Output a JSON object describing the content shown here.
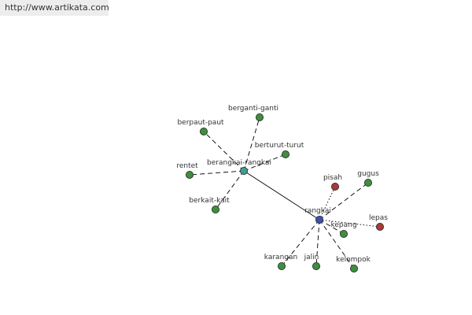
{
  "source_url": "http://www.artikata.com",
  "colors": {
    "center_blue": "#3a52a8",
    "center_teal": "#3a9e96",
    "synonym_green": "#3e8e3e",
    "antonym_red": "#a83a3a"
  },
  "nodes": [
    {
      "id": "rangkai",
      "label": "rangkai",
      "kind": "center_blue"
    },
    {
      "id": "berangkai-rangkai",
      "label": "berangkai-rangkai",
      "kind": "center_teal"
    },
    {
      "id": "berganti-ganti",
      "label": "berganti-ganti",
      "kind": "synonym_green"
    },
    {
      "id": "berpaut-paut",
      "label": "berpaut-paut",
      "kind": "synonym_green"
    },
    {
      "id": "berturut-turut",
      "label": "berturut-turut",
      "kind": "synonym_green"
    },
    {
      "id": "rentet",
      "label": "rentet",
      "kind": "synonym_green"
    },
    {
      "id": "berkait-kait",
      "label": "berkait-kait",
      "kind": "synonym_green"
    },
    {
      "id": "pisah",
      "label": "pisah",
      "kind": "antonym_red"
    },
    {
      "id": "gugus",
      "label": "gugus",
      "kind": "synonym_green"
    },
    {
      "id": "lepas",
      "label": "lepas",
      "kind": "antonym_red"
    },
    {
      "id": "kepang",
      "label": "kepang",
      "kind": "synonym_green"
    },
    {
      "id": "karangan",
      "label": "karangan",
      "kind": "synonym_green"
    },
    {
      "id": "jalin",
      "label": "jalin",
      "kind": "synonym_green"
    },
    {
      "id": "kelompok",
      "label": "kelompok",
      "kind": "synonym_green"
    }
  ],
  "edges": [
    {
      "from": "rangkai",
      "to": "berangkai-rangkai",
      "style": "solid"
    },
    {
      "from": "berangkai-rangkai",
      "to": "berganti-ganti",
      "style": "dash"
    },
    {
      "from": "berangkai-rangkai",
      "to": "berpaut-paut",
      "style": "dash"
    },
    {
      "from": "berangkai-rangkai",
      "to": "berturut-turut",
      "style": "dash"
    },
    {
      "from": "berangkai-rangkai",
      "to": "rentet",
      "style": "dash"
    },
    {
      "from": "berangkai-rangkai",
      "to": "berkait-kait",
      "style": "dash"
    },
    {
      "from": "rangkai",
      "to": "pisah",
      "style": "dot"
    },
    {
      "from": "rangkai",
      "to": "gugus",
      "style": "dash"
    },
    {
      "from": "rangkai",
      "to": "lepas",
      "style": "dot"
    },
    {
      "from": "rangkai",
      "to": "kepang",
      "style": "dash"
    },
    {
      "from": "rangkai",
      "to": "karangan",
      "style": "dash"
    },
    {
      "from": "rangkai",
      "to": "jalin",
      "style": "dash"
    },
    {
      "from": "rangkai",
      "to": "kelompok",
      "style": "dash"
    }
  ]
}
